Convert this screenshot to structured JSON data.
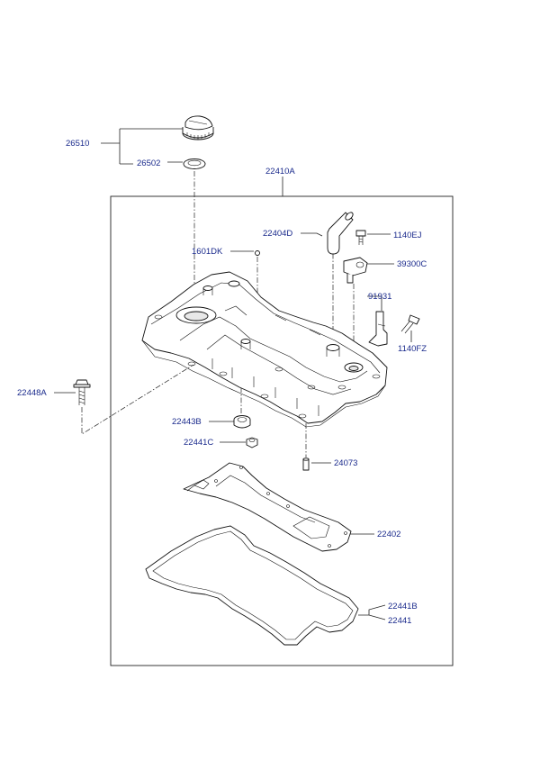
{
  "labels": {
    "p26510": "26510",
    "p26502": "26502",
    "p22410A": "22410A",
    "p22404D": "22404D",
    "p1140EJ": "1140EJ",
    "p1601DK": "1601DK",
    "p39300C": "39300C",
    "p91931": "91931",
    "p1140FZ": "1140FZ",
    "p22448A": "22448A",
    "p22443B": "22443B",
    "p22441C": "22441C",
    "p24073": "24073",
    "p22402": "22402",
    "p22441B": "22441B",
    "p22441": "22441"
  }
}
